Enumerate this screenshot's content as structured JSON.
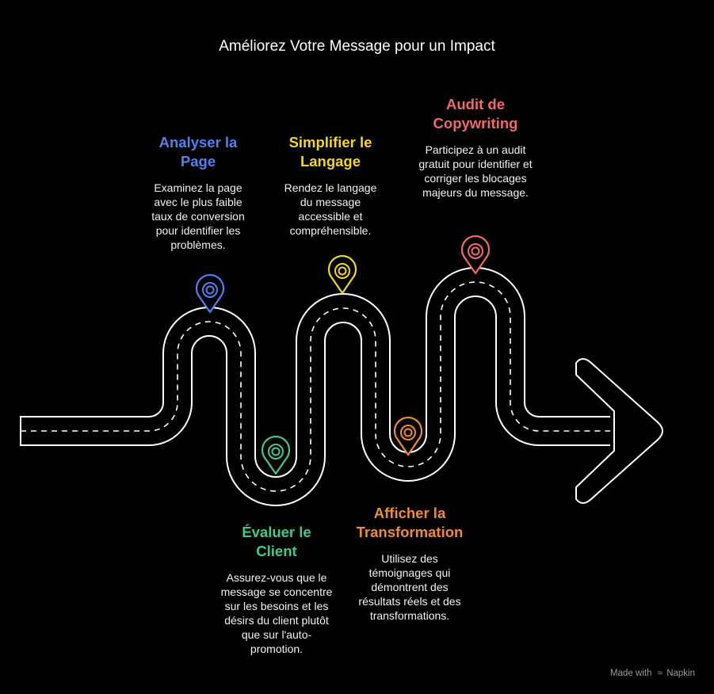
{
  "title": "Améliorez Votre Message pour un Impact",
  "colors": {
    "background": "#000000",
    "road": "#ffffff",
    "blue": "#4f82ef",
    "green": "#41c98b",
    "yellow": "#f2d52b",
    "orange": "#ee8c34",
    "red": "#f06a6a"
  },
  "steps": [
    {
      "id": "analyser",
      "title": "Analyser la Page",
      "color": "#4f82ef",
      "description": "Examinez la page avec le plus faible taux de conversion pour identifier les problèmes."
    },
    {
      "id": "evaluer",
      "title": "Évaluer le Client",
      "color": "#41c98b",
      "description": "Assurez-vous que le message se concentre sur les besoins et les désirs du client plutôt que sur l'auto-promotion."
    },
    {
      "id": "simplifier",
      "title": "Simplifier le Langage",
      "color": "#f2d52b",
      "description": "Rendez le langage du message accessible et compréhensible."
    },
    {
      "id": "afficher",
      "title": "Afficher la Transformation",
      "color": "#ee8c34",
      "description": "Utilisez des témoignages qui démontrent des résultats réels et des transformations."
    },
    {
      "id": "audit",
      "title": "Audit de Copywriting",
      "color": "#f06a6a",
      "description": "Participez à un audit gratuit pour identifier et corriger les blocages majeurs du message."
    }
  ],
  "footer": {
    "prefix": "Made with",
    "brand": "Napkin"
  }
}
